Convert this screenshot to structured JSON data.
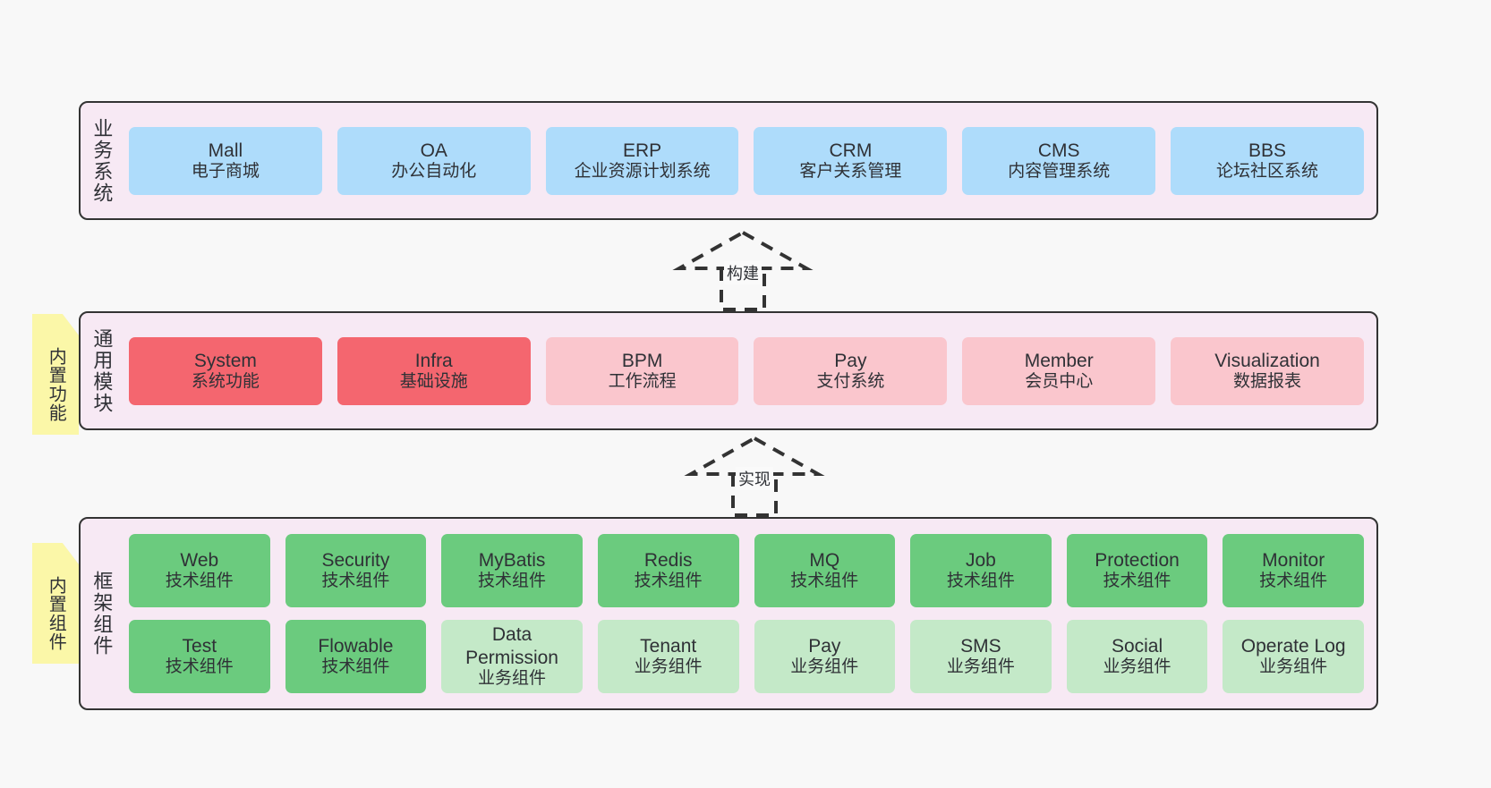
{
  "diagram": {
    "background_color": "#f8f8f8",
    "panel_color": "#f7e9f4",
    "note_color": "#fbf7a8",
    "colors": {
      "blue": "#aedcfb",
      "red": "#f4666f",
      "pink": "#fac6cd",
      "green": "#6bcb7e",
      "light_green": "#c4e9c8"
    }
  },
  "notes": [
    {
      "text": "内置功能"
    },
    {
      "text": "内置组件"
    }
  ],
  "connectors": [
    {
      "label": "构建",
      "style": "dashed-hollow-triangle",
      "direction": "up"
    },
    {
      "label": "实现",
      "style": "dashed-hollow-triangle",
      "direction": "up"
    }
  ],
  "layers": [
    {
      "id": "business",
      "label": "业务系统",
      "rows": [
        [
          {
            "title": "Mall",
            "subtitle": "电子商城",
            "color": "blue"
          },
          {
            "title": "OA",
            "subtitle": "办公自动化",
            "color": "blue"
          },
          {
            "title": "ERP",
            "subtitle": "企业资源计划系统",
            "color": "blue"
          },
          {
            "title": "CRM",
            "subtitle": "客户关系管理",
            "color": "blue"
          },
          {
            "title": "CMS",
            "subtitle": "内容管理系统",
            "color": "blue"
          },
          {
            "title": "BBS",
            "subtitle": "论坛社区系统",
            "color": "blue"
          }
        ]
      ]
    },
    {
      "id": "common",
      "label": "通用模块",
      "rows": [
        [
          {
            "title": "System",
            "subtitle": "系统功能",
            "color": "red"
          },
          {
            "title": "Infra",
            "subtitle": "基础设施",
            "color": "red"
          },
          {
            "title": "BPM",
            "subtitle": "工作流程",
            "color": "pink"
          },
          {
            "title": "Pay",
            "subtitle": "支付系统",
            "color": "pink"
          },
          {
            "title": "Member",
            "subtitle": "会员中心",
            "color": "pink"
          },
          {
            "title": "Visualization",
            "subtitle": "数据报表",
            "color": "pink"
          }
        ]
      ]
    },
    {
      "id": "framework",
      "label": "框架组件",
      "rows": [
        [
          {
            "title": "Web",
            "subtitle": "技术组件",
            "color": "green"
          },
          {
            "title": "Security",
            "subtitle": "技术组件",
            "color": "green"
          },
          {
            "title": "MyBatis",
            "subtitle": "技术组件",
            "color": "green"
          },
          {
            "title": "Redis",
            "subtitle": "技术组件",
            "color": "green"
          },
          {
            "title": "MQ",
            "subtitle": "技术组件",
            "color": "green"
          },
          {
            "title": "Job",
            "subtitle": "技术组件",
            "color": "green"
          },
          {
            "title": "Protection",
            "subtitle": "技术组件",
            "color": "green"
          },
          {
            "title": "Monitor",
            "subtitle": "技术组件",
            "color": "green"
          }
        ],
        [
          {
            "title": "Test",
            "subtitle": "技术组件",
            "color": "green"
          },
          {
            "title": "Flowable",
            "subtitle": "技术组件",
            "color": "green"
          },
          {
            "title": "Data Permission",
            "subtitle": "业务组件",
            "color": "light_green"
          },
          {
            "title": "Tenant",
            "subtitle": "业务组件",
            "color": "light_green"
          },
          {
            "title": "Pay",
            "subtitle": "业务组件",
            "color": "light_green"
          },
          {
            "title": "SMS",
            "subtitle": "业务组件",
            "color": "light_green"
          },
          {
            "title": "Social",
            "subtitle": "业务组件",
            "color": "light_green"
          },
          {
            "title": "Operate Log",
            "subtitle": "业务组件",
            "color": "light_green"
          }
        ]
      ]
    }
  ]
}
